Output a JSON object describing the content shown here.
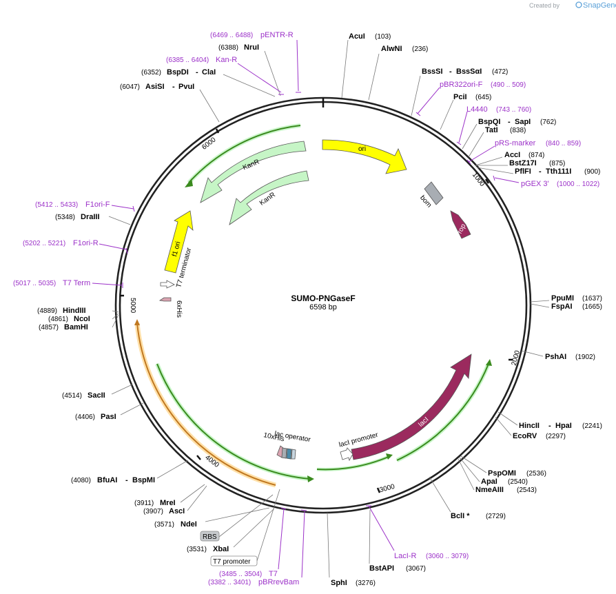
{
  "brand": {
    "created_by": "Created by",
    "product": "SnapGene"
  },
  "plasmid": {
    "name": "SUMO-PNGaseF",
    "length": "6598 bp"
  },
  "ticks": [
    "1000",
    "2000",
    "3000",
    "4000",
    "5000",
    "6000"
  ],
  "enzymes": {
    "AcuI": {
      "name": "AcuI",
      "pos": "(103)"
    },
    "AlwNI": {
      "name": "AlwNI",
      "pos": "(236)"
    },
    "BssSI": {
      "name": "BssSI",
      "name2": "BssSαI",
      "pos": "(472)"
    },
    "PciI": {
      "name": "PciI",
      "pos": "(645)"
    },
    "BspQI": {
      "name": "BspQI",
      "name2": "SapI",
      "pos": "(762)"
    },
    "TatI": {
      "name": "TatI",
      "pos": "(838)"
    },
    "AccI": {
      "name": "AccI",
      "pos": "(874)"
    },
    "BstZ17I": {
      "name": "BstZ17I",
      "pos": "(875)"
    },
    "PflFI": {
      "name": "PflFI",
      "name2": "Tth111I",
      "pos": "(900)"
    },
    "PpuMI": {
      "name": "PpuMI",
      "pos": "(1637)"
    },
    "FspAI": {
      "name": "FspAI",
      "pos": "(1665)"
    },
    "PshAI": {
      "name": "PshAI",
      "pos": "(1902)"
    },
    "HincII": {
      "name": "HincII",
      "name2": "HpaI",
      "pos": "(2241)"
    },
    "EcoRV": {
      "name": "EcoRV",
      "pos": "(2297)"
    },
    "PspOMI": {
      "name": "PspOMI",
      "pos": "(2536)"
    },
    "ApaI": {
      "name": "ApaI",
      "pos": "(2540)"
    },
    "NmeAIII": {
      "name": "NmeAIII",
      "pos": "(2543)"
    },
    "BclI": {
      "name": "BclI *",
      "pos": "(2729)"
    },
    "BstAPI": {
      "name": "BstAPI",
      "pos": "(3067)"
    },
    "SphI": {
      "name": "SphI",
      "pos": "(3276)"
    },
    "XbaI": {
      "name": "XbaI",
      "pos": "(3531)"
    },
    "NdeI": {
      "name": "NdeI",
      "pos": "(3571)"
    },
    "AscI": {
      "name": "AscI",
      "pos": "(3907)"
    },
    "MreI": {
      "name": "MreI",
      "pos": "(3911)"
    },
    "BfuAI": {
      "name": "BfuAI",
      "name2": "BspMI",
      "pos": "(4080)"
    },
    "PasI": {
      "name": "PasI",
      "pos": "(4406)"
    },
    "SacII": {
      "name": "SacII",
      "pos": "(4514)"
    },
    "BamHI": {
      "name": "BamHI",
      "pos": "(4857)"
    },
    "NcoI": {
      "name": "NcoI",
      "pos": "(4861)"
    },
    "HindIII": {
      "name": "HindIII",
      "pos": "(4889)"
    },
    "DraIII": {
      "name": "DraIII",
      "pos": "(5348)"
    },
    "AsiSI": {
      "name": "AsiSI",
      "name2": "PvuI",
      "pos": "(6047)"
    },
    "BspDI": {
      "name": "BspDI",
      "name2": "ClaI",
      "pos": "(6352)"
    },
    "NruI": {
      "name": "NruI",
      "pos": "(6388)"
    }
  },
  "primers": {
    "pENTR_R": {
      "name": "pENTR-R",
      "range": "(6469 .. 6488)"
    },
    "Kan_R": {
      "name": "Kan-R",
      "range": "(6385 .. 6404)"
    },
    "pBR322ori_F": {
      "name": "pBR322ori-F",
      "range": "(490 .. 509)"
    },
    "L4440": {
      "name": "L4440",
      "range": "(743 .. 760)"
    },
    "pRS_marker": {
      "name": "pRS-marker",
      "range": "(840 .. 859)"
    },
    "pGEX3": {
      "name": "pGEX 3'",
      "range": "(1000 .. 1022)"
    },
    "F1ori_F": {
      "name": "F1ori-F",
      "range": "(5412 .. 5433)"
    },
    "F1ori_R": {
      "name": "F1ori-R",
      "range": "(5202 .. 5221)"
    },
    "T7_Term": {
      "name": "T7 Term",
      "range": "(5017 .. 5035)"
    },
    "LacI_R": {
      "name": "LacI-R",
      "range": "(3060 .. 3079)"
    },
    "T7": {
      "name": "T7",
      "range": "(3485 .. 3504)"
    },
    "pBRrevBam": {
      "name": "pBRrevBam",
      "range": "(3382 .. 3401)"
    }
  },
  "features": {
    "ori": "ori",
    "bom": "bom",
    "rop": "rop",
    "KanR_1": "KanR",
    "KanR_2": "KanR",
    "f1_ori": "f1 ori",
    "T7_terminator": "T7 terminator",
    "sixHis": "6xHis",
    "lacI": "lacI",
    "lacI_promoter": "lacI promoter",
    "lac_operator": "lac operator",
    "tenHis": "10xHis",
    "RBS": "RBS",
    "T7_promoter": "T7 promoter"
  },
  "colors": {
    "backbone": "#222222",
    "ori": "#ffff00",
    "kanr": "#c6f5c6",
    "laci": "#9b2a5e",
    "bom": "#a8adb3",
    "orf_green": "#3a8a1e",
    "orf_orange": "#c07820",
    "primer": "#9b30c8"
  }
}
